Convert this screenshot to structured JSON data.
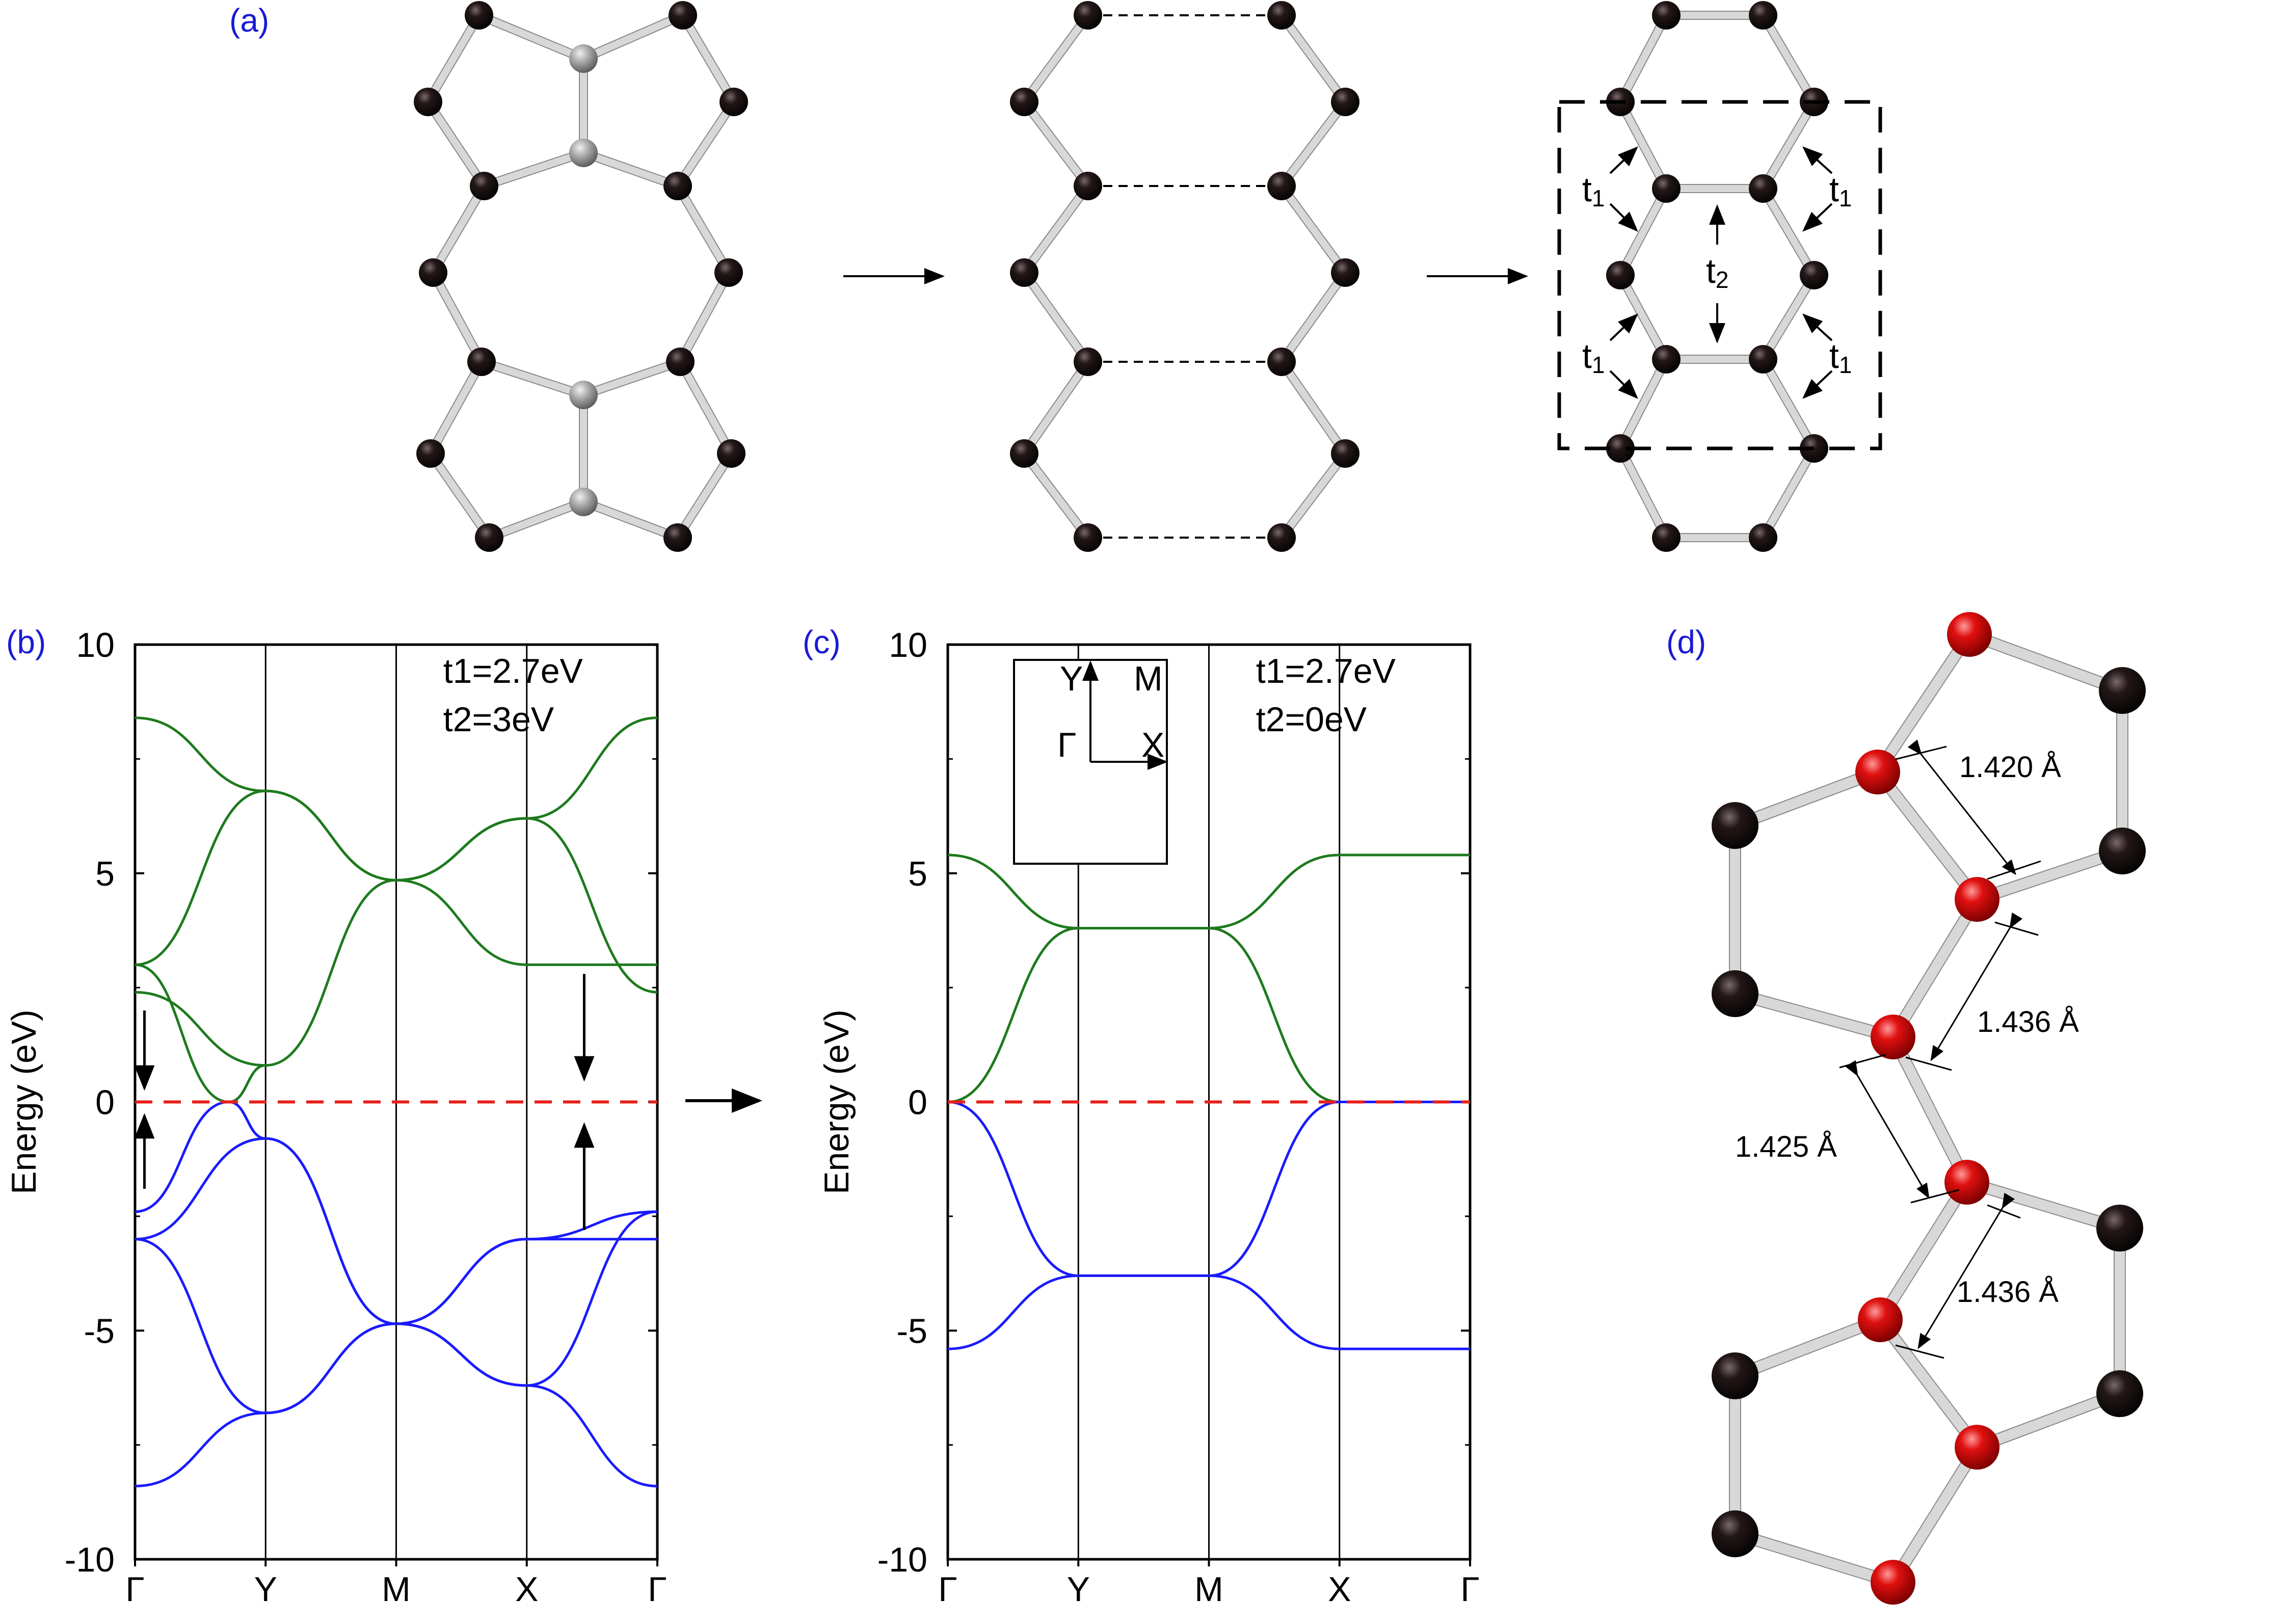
{
  "panel_labels": {
    "a": "(a)",
    "b": "(b)",
    "c": "(c)",
    "d": "(d)"
  },
  "colors": {
    "upper_band": "#1e7a1e",
    "lower_band": "#1a1aff",
    "fermi": "#e8201a",
    "atom": "#140c0c",
    "atom_gray": "#9a9a9a",
    "atom_red": "#e01010",
    "bond": "#b8b8b8",
    "label": "#1a1ad6"
  },
  "schematic": {
    "hopping": {
      "t1_base": "t",
      "t1_sub": "1",
      "t2_base": "t",
      "t2_sub": "2"
    }
  },
  "geometry": {
    "bond_lengths": [
      "1.420 Å",
      "1.436 Å",
      "1.425 Å",
      "1.436 Å"
    ]
  },
  "chart_data": [
    {
      "type": "line",
      "panel": "b",
      "annotation": [
        "t1=2.7eV",
        "t2=3eV"
      ],
      "ylabel": "Energy (eV)",
      "xticks": [
        "Γ",
        "Y",
        "M",
        "X",
        "Γ"
      ],
      "yticks": [
        10,
        5,
        0,
        -5,
        -10
      ],
      "ylim": [
        -10,
        10
      ],
      "grid": false,
      "series": [
        {
          "band": "upper",
          "x": [
            0,
            0.25,
            0.5,
            0.75,
            1.0
          ],
          "y": [
            8.4,
            6.8,
            4.85,
            6.2,
            8.4
          ]
        },
        {
          "band": "upper",
          "x": [
            0,
            0.25,
            0.5,
            0.75,
            1.0
          ],
          "y": [
            3.0,
            6.8,
            4.85,
            3.0,
            3.0
          ]
        },
        {
          "band": "upper",
          "x": [
            0,
            0.25,
            0.5,
            0.75,
            1.0
          ],
          "y": [
            2.4,
            0.8,
            4.85,
            6.2,
            2.4
          ]
        },
        {
          "band": "upper",
          "x": [
            0,
            0.18,
            0.25
          ],
          "y": [
            3.0,
            0.0,
            0.8
          ]
        },
        {
          "band": "lower",
          "x": [
            0,
            0.18,
            0.25,
            0.5,
            0.75,
            1.0
          ],
          "y": [
            -2.4,
            0.0,
            -0.8,
            -4.85,
            -3.0,
            -2.4
          ]
        },
        {
          "band": "lower",
          "x": [
            0,
            0.25,
            0.5,
            0.75,
            1.0
          ],
          "y": [
            -3.0,
            -6.8,
            -4.85,
            -3.0,
            -3.0
          ]
        },
        {
          "band": "lower",
          "x": [
            0,
            0.25,
            0.5,
            0.75,
            1.0
          ],
          "y": [
            -3.0,
            -0.8,
            -4.85,
            -6.2,
            -2.4
          ]
        },
        {
          "band": "lower",
          "x": [
            0,
            0.25,
            0.5,
            0.75,
            1.0
          ],
          "y": [
            -8.4,
            -6.8,
            -4.85,
            -6.2,
            -8.4
          ]
        }
      ]
    },
    {
      "type": "line",
      "panel": "c",
      "annotation": [
        "t1=2.7eV",
        "t2=0eV"
      ],
      "ylabel": "Energy (eV)",
      "xticks": [
        "Γ",
        "Y",
        "M",
        "X",
        "Γ"
      ],
      "yticks": [
        10,
        5,
        0,
        -5,
        -10
      ],
      "ylim": [
        -10,
        10
      ],
      "grid": false,
      "inset": {
        "labels": [
          "Y",
          "M",
          "Γ",
          "X"
        ]
      },
      "series": [
        {
          "band": "upper",
          "x": [
            0,
            0.25,
            0.5,
            0.75,
            1.0
          ],
          "y": [
            5.4,
            3.8,
            3.8,
            5.4,
            5.4
          ]
        },
        {
          "band": "upper",
          "x": [
            0,
            0.25,
            0.5,
            0.75,
            1.0
          ],
          "y": [
            0.0,
            3.8,
            3.8,
            0.0,
            0.0
          ]
        },
        {
          "band": "lower",
          "x": [
            0,
            0.25,
            0.5,
            0.75,
            1.0
          ],
          "y": [
            0.0,
            -3.8,
            -3.8,
            0.0,
            0.0
          ]
        },
        {
          "band": "lower",
          "x": [
            0,
            0.25,
            0.5,
            0.75,
            1.0
          ],
          "y": [
            -5.4,
            -3.8,
            -3.8,
            -5.4,
            -5.4
          ]
        }
      ]
    }
  ]
}
